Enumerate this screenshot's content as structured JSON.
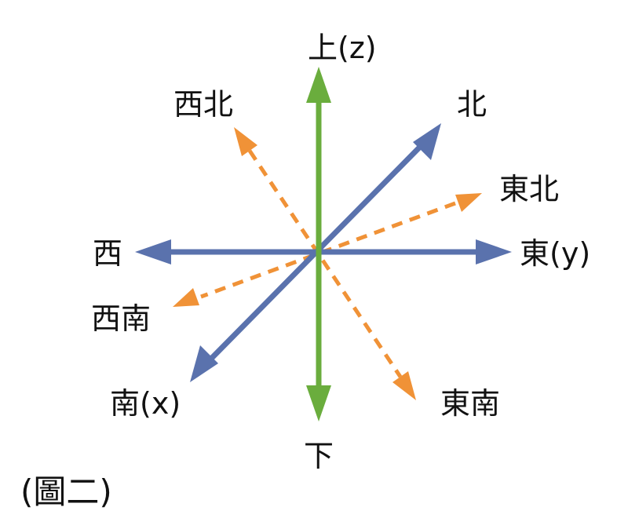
{
  "colors": {
    "vertical_axis": "#6aad3d",
    "compass_axes": "#5a72ad",
    "diagonal_dashed": "#f09237",
    "text": "#111111",
    "background": "#ffffff"
  },
  "labels": {
    "up": "上(z)",
    "down": "下",
    "north": "北",
    "south": "南(x)",
    "east": "東(y)",
    "west": "西",
    "northwest": "西北",
    "northeast": "東北",
    "southwest": "西南",
    "southeast": "東南"
  },
  "caption": "(圖二)"
}
